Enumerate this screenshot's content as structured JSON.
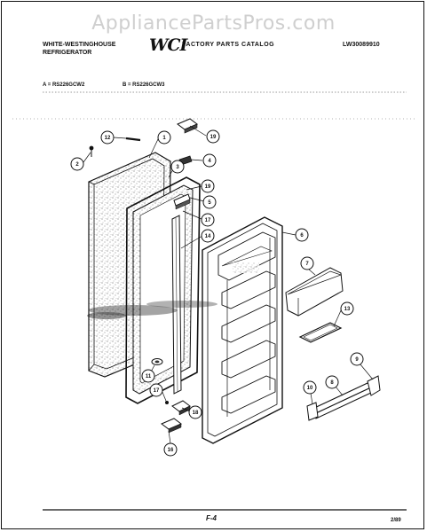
{
  "watermark": "AppliancePartsPros.com",
  "header": {
    "brand_line1": "WHITE-WESTINGHOUSE",
    "brand_line2": "REFRIGERATOR",
    "logo": "WCI",
    "catalog_title": "FACTORY PARTS CATALOG",
    "catalog_code": "LW30089910",
    "model_a": "A = RS226GCW2",
    "model_b": "B = RS226GCW3"
  },
  "callouts": [
    {
      "id": "c1",
      "label": "1"
    },
    {
      "id": "c2",
      "label": "2"
    },
    {
      "id": "c3",
      "label": "3"
    },
    {
      "id": "c4",
      "label": "4"
    },
    {
      "id": "c5",
      "label": "5"
    },
    {
      "id": "c6",
      "label": "6"
    },
    {
      "id": "c7",
      "label": "7"
    },
    {
      "id": "c8",
      "label": "8"
    },
    {
      "id": "c9",
      "label": "9"
    },
    {
      "id": "c10",
      "label": "10"
    },
    {
      "id": "c11",
      "label": "11"
    },
    {
      "id": "c12",
      "label": "12"
    },
    {
      "id": "c13",
      "label": "13"
    },
    {
      "id": "c14",
      "label": "14"
    },
    {
      "id": "c16",
      "label": "16"
    },
    {
      "id": "c17a",
      "label": "17"
    },
    {
      "id": "c17b",
      "label": "17"
    },
    {
      "id": "c18",
      "label": "18"
    },
    {
      "id": "c19a",
      "label": "19"
    },
    {
      "id": "c19b",
      "label": "19"
    }
  ],
  "footer": {
    "page": "F-4",
    "date": "2/89"
  }
}
